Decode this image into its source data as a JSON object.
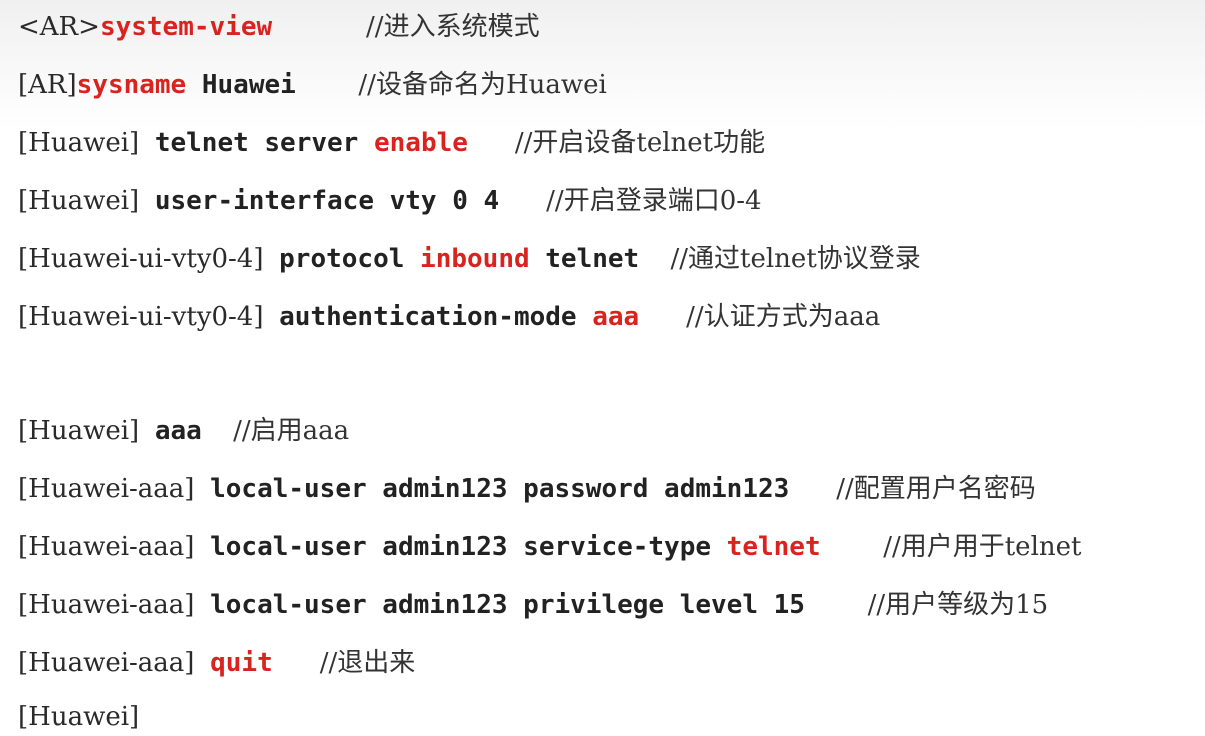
{
  "lines": [
    {
      "prompt": "<AR>",
      "seg1": "",
      "hl1": "system-view",
      "seg2": "",
      "hl2": "",
      "seg3": "",
      "gap": "      ",
      "comment": "//进入系统模式"
    },
    {
      "prompt": "[AR]",
      "seg1": "",
      "hl1": "sysname",
      "seg2": " Huawei",
      "hl2": "",
      "seg3": "",
      "gap": "    ",
      "comment": "//设备命名为Huawei"
    },
    {
      "prompt": "[Huawei]",
      "seg1": " telnet server ",
      "hl1": "enable",
      "seg2": "",
      "hl2": "",
      "seg3": "",
      "gap": "   ",
      "comment": "//开启设备telnet功能"
    },
    {
      "prompt": "[Huawei]",
      "seg1": " user-interface vty 0 4",
      "hl1": "",
      "seg2": "",
      "hl2": "",
      "seg3": "",
      "gap": "   ",
      "comment": "//开启登录端口0-4"
    },
    {
      "prompt": "[Huawei-ui-vty0-4]",
      "seg1": " protocol ",
      "hl1": "inbound",
      "seg2": " telnet",
      "hl2": "",
      "seg3": "",
      "gap": "  ",
      "comment": "//通过telnet协议登录"
    },
    {
      "prompt": "[Huawei-ui-vty0-4]",
      "seg1": " authentication-mode ",
      "hl1": "aaa",
      "seg2": "",
      "hl2": "",
      "seg3": "",
      "gap": "   ",
      "comment": "//认证方式为aaa"
    },
    {
      "prompt": "[Huawei]",
      "seg1": " aaa",
      "hl1": "",
      "seg2": "",
      "hl2": "",
      "seg3": "",
      "gap": "  ",
      "comment": "//启用aaa"
    },
    {
      "prompt": "[Huawei-aaa]",
      "seg1": " local-user admin123 password admin123",
      "hl1": "",
      "seg2": "",
      "hl2": "",
      "seg3": "",
      "gap": "   ",
      "comment": "//配置用户名密码"
    },
    {
      "prompt": "[Huawei-aaa]",
      "seg1": " local-user admin123 service-type ",
      "hl1": "telnet",
      "seg2": "",
      "hl2": "",
      "seg3": "",
      "gap": "    ",
      "comment": "//用户用于telnet"
    },
    {
      "prompt": "[Huawei-aaa]",
      "seg1": " local-user admin123 privilege level 15",
      "hl1": "",
      "seg2": "",
      "hl2": "",
      "seg3": "",
      "gap": "    ",
      "comment": "//用户等级为15"
    },
    {
      "prompt": "[Huawei-aaa]",
      "seg1": " ",
      "hl1": "quit",
      "seg2": "",
      "hl2": "",
      "seg3": "",
      "gap": "   ",
      "comment": "//退出来"
    },
    {
      "prompt": "[Huawei]",
      "seg1": "",
      "hl1": "",
      "seg2": "",
      "hl2": "",
      "seg3": "",
      "gap": "",
      "comment": ""
    }
  ],
  "colors": {
    "highlight": "#d8231f",
    "text": "#1a1a1a",
    "background": "#ffffff"
  }
}
